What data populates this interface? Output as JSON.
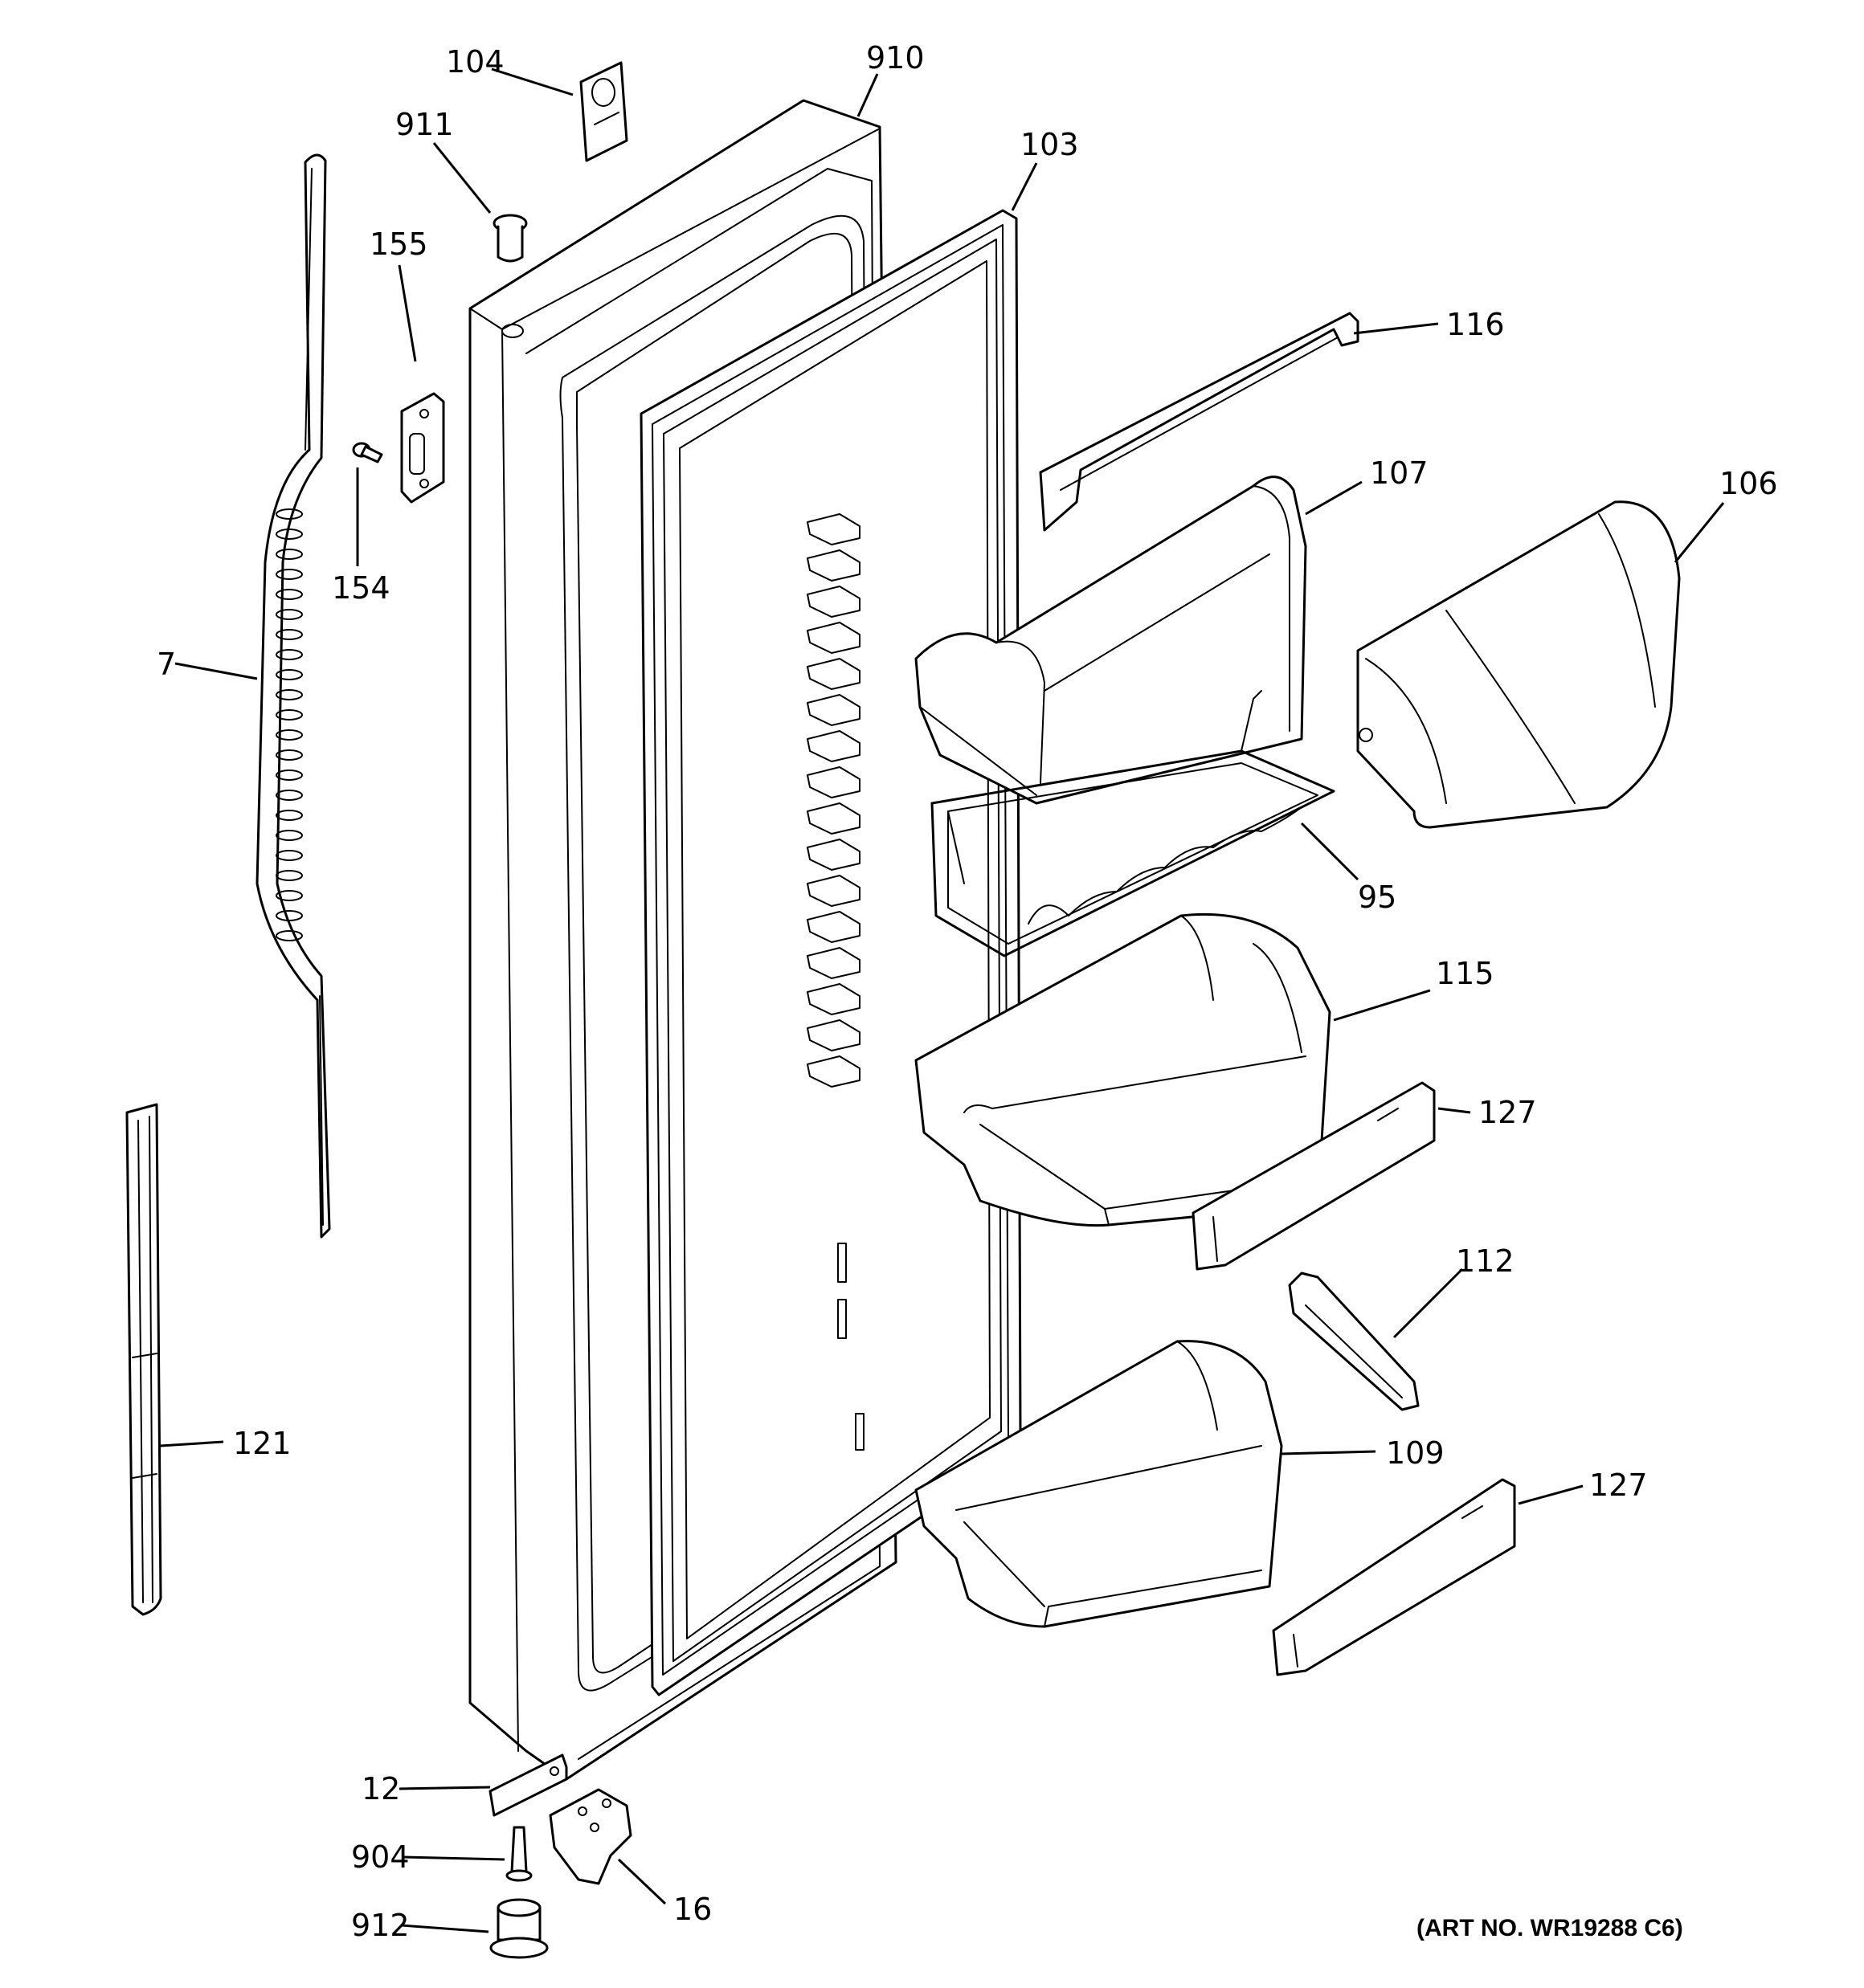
{
  "diagram": {
    "parts": [
      {
        "id": "p104",
        "label": "104"
      },
      {
        "id": "p910",
        "label": "910"
      },
      {
        "id": "p911",
        "label": "911"
      },
      {
        "id": "p103",
        "label": "103"
      },
      {
        "id": "p155",
        "label": "155"
      },
      {
        "id": "p116",
        "label": "116"
      },
      {
        "id": "p107",
        "label": "107"
      },
      {
        "id": "p106",
        "label": "106"
      },
      {
        "id": "p154",
        "label": "154"
      },
      {
        "id": "p7",
        "label": "7"
      },
      {
        "id": "p95",
        "label": "95"
      },
      {
        "id": "p115",
        "label": "115"
      },
      {
        "id": "p127a",
        "label": "127"
      },
      {
        "id": "p112",
        "label": "112"
      },
      {
        "id": "p121",
        "label": "121"
      },
      {
        "id": "p109",
        "label": "109"
      },
      {
        "id": "p127b",
        "label": "127"
      },
      {
        "id": "p12",
        "label": "12"
      },
      {
        "id": "p904",
        "label": "904"
      },
      {
        "id": "p16",
        "label": "16"
      },
      {
        "id": "p912",
        "label": "912"
      }
    ],
    "art_number": "(ART NO. WR19288 C6)"
  }
}
